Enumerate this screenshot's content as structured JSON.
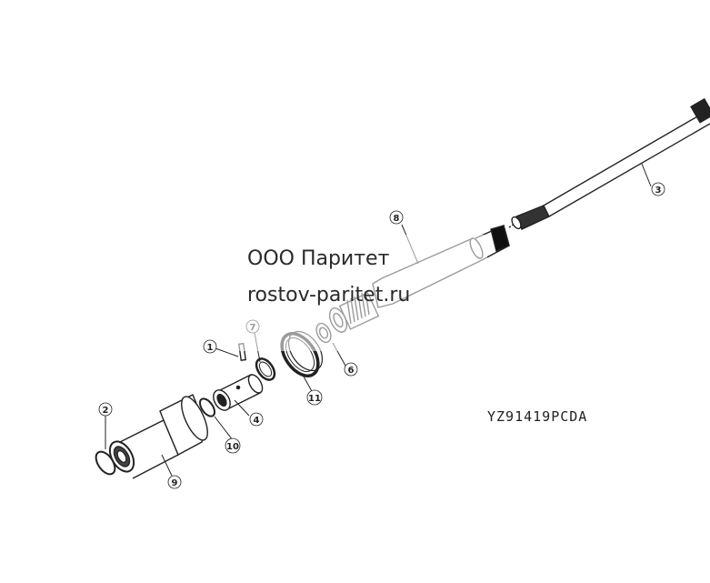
{
  "watermark": {
    "company": "ООО Паритет",
    "site": "rostov-paritet.ru"
  },
  "drawing_code": "YZ91419PCDA",
  "callouts": {
    "c1": "1",
    "c2": "2",
    "c3": "3",
    "c4": "4",
    "c6": "6",
    "c7": "7",
    "c8": "8",
    "c9": "9",
    "c10": "10",
    "c11": "11"
  },
  "colors": {
    "line": "#222222",
    "background": "#ffffff"
  }
}
